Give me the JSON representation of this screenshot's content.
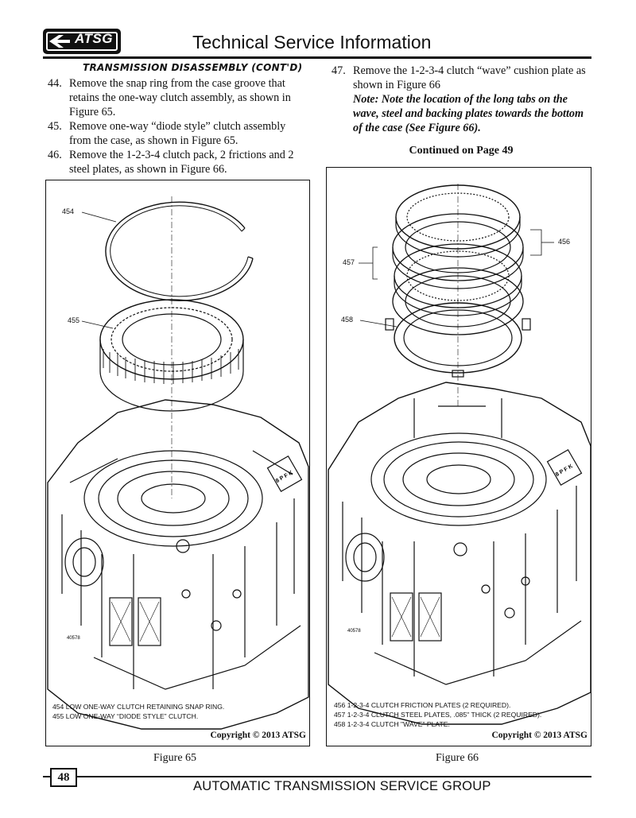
{
  "header": {
    "logo_text": "ATSG",
    "title": "Technical Service Information"
  },
  "section_heading": "TRANSMISSION DISASSEMBLY (CONT'D)",
  "left_steps": [
    {
      "num": "44.",
      "text": "Remove the snap ring from the case groove that retains the one-way clutch assembly, as shown in Figure 65."
    },
    {
      "num": "45.",
      "text": "Remove one-way “diode style” clutch assembly from the case, as shown in Figure 65."
    },
    {
      "num": "46.",
      "text": "Remove the 1-2-3-4 clutch pack, 2 frictions and 2 steel plates, as shown in Figure 66."
    }
  ],
  "right_steps": [
    {
      "num": "47.",
      "text": "Remove the 1-2-3-4 clutch “wave” cushion plate as shown in Figure 66",
      "note": "Note: Note the location of the long tabs on the wave, steel and backing plates towards the bottom of the case (See Figure 66)."
    }
  ],
  "continued": "Continued on Page 49",
  "figure65": {
    "caption": "Figure 65",
    "callouts": [
      "454",
      "455"
    ],
    "legend": [
      "454  LOW ONE-WAY CLUTCH RETAINING SNAP RING.",
      "455  LOW ONE-WAY “DIODE STYLE” CLUTCH."
    ],
    "copyright": "Copyright © 2013 ATSG",
    "case_label": "40578",
    "case_stamp": "8 P F K"
  },
  "figure66": {
    "caption": "Figure 66",
    "callouts": [
      "456",
      "457",
      "458"
    ],
    "legend": [
      "456  1-2-3-4 CLUTCH FRICTION PLATES  (2 REQUIRED).",
      "457  1-2-3-4 CLUTCH STEEL PLATES, .085\" THICK  (2 REQUIRED).",
      "458  1-2-3-4 CLUTCH \"WAVE\" PLATE."
    ],
    "copyright": "Copyright © 2013 ATSG",
    "case_label": "40578",
    "case_stamp": "8 P F K"
  },
  "footer": {
    "page_number": "48",
    "title": "AUTOMATIC TRANSMISSION SERVICE GROUP"
  }
}
